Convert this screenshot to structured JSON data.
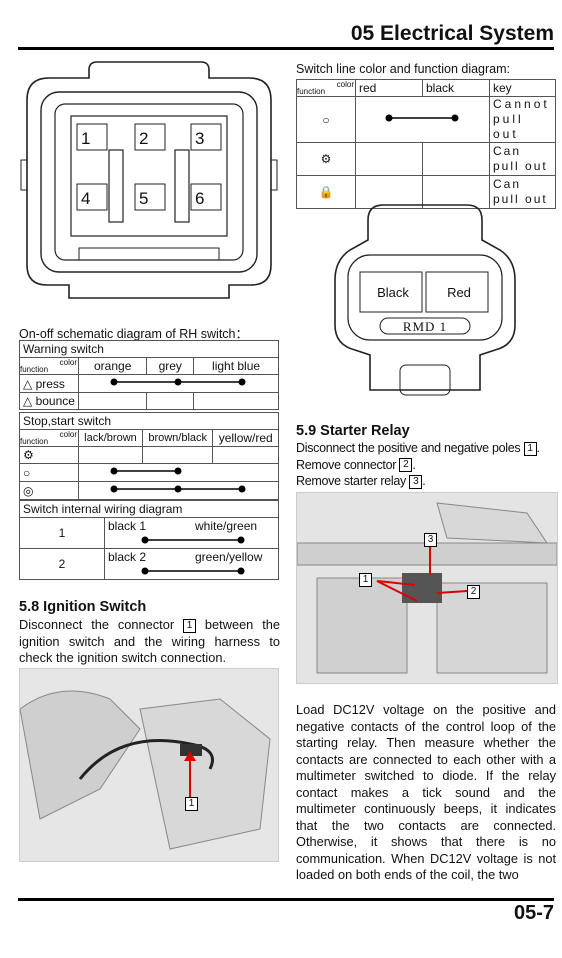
{
  "header": {
    "title": "05 Electrical System"
  },
  "footer": {
    "page": "05-7"
  },
  "connector6": {
    "pins": [
      "1",
      "2",
      "3",
      "4",
      "5",
      "6"
    ]
  },
  "rh_switch": {
    "caption": "On-off schematic diagram of RH switch：",
    "warning": {
      "title": "Warning switch",
      "diag_function": "function",
      "diag_color": "color",
      "cols": [
        "orange",
        "grey",
        "light blue"
      ],
      "rows": [
        "press",
        "bounce"
      ]
    },
    "stopstart": {
      "title": "Stop,start switch",
      "diag_function": "function",
      "diag_color": "color",
      "cols": [
        "lack/brown",
        "brown/black",
        "yellow/red"
      ]
    },
    "internal": {
      "title": "Switch internal wiring diagram",
      "rows": [
        {
          "num": "1",
          "a": "black 1",
          "b": "white/green"
        },
        {
          "num": "2",
          "a": "black 2",
          "b": "green/yellow"
        }
      ]
    }
  },
  "key_switch": {
    "caption": "Switch line color and function diagram:",
    "diag_function": "function",
    "diag_color": "color",
    "cols": [
      "red",
      "black",
      "key"
    ],
    "rows": [
      {
        "key": "Cannot pull out"
      },
      {
        "key": "Can pull out"
      },
      {
        "key": "Can pull out"
      }
    ]
  },
  "connector2": {
    "pins": [
      "Black",
      "Red"
    ],
    "label": "RMD 1"
  },
  "ignition": {
    "title": "5.8 Ignition Switch",
    "text_a": "Disconnect the connector",
    "callout": "1",
    "text_b": "between the ignition switch and the wiring harness to check the ignition switch connection.",
    "photo_callouts": [
      "1"
    ]
  },
  "starter": {
    "title": "5.9 Starter Relay",
    "steps": [
      {
        "text": "Disconnect the positive and negative poles",
        "num": "1"
      },
      {
        "text": "Remove connector",
        "num": "2"
      },
      {
        "text": "Remove starter relay",
        "num": "3"
      }
    ],
    "photo_callouts": [
      "3",
      "1",
      "2"
    ],
    "paragraph": "Load DC12V voltage on the positive and negative contacts of the control loop of the starting relay. Then measure whether the contacts are connected to each other with a multimeter switched to diode. If the relay contact makes a tick sound and the multimeter continuously beeps, it indicates that the two contacts are connected. Otherwise, it shows that there is no communication. When DC12V voltage is not loaded on both ends of the coil, the two"
  }
}
